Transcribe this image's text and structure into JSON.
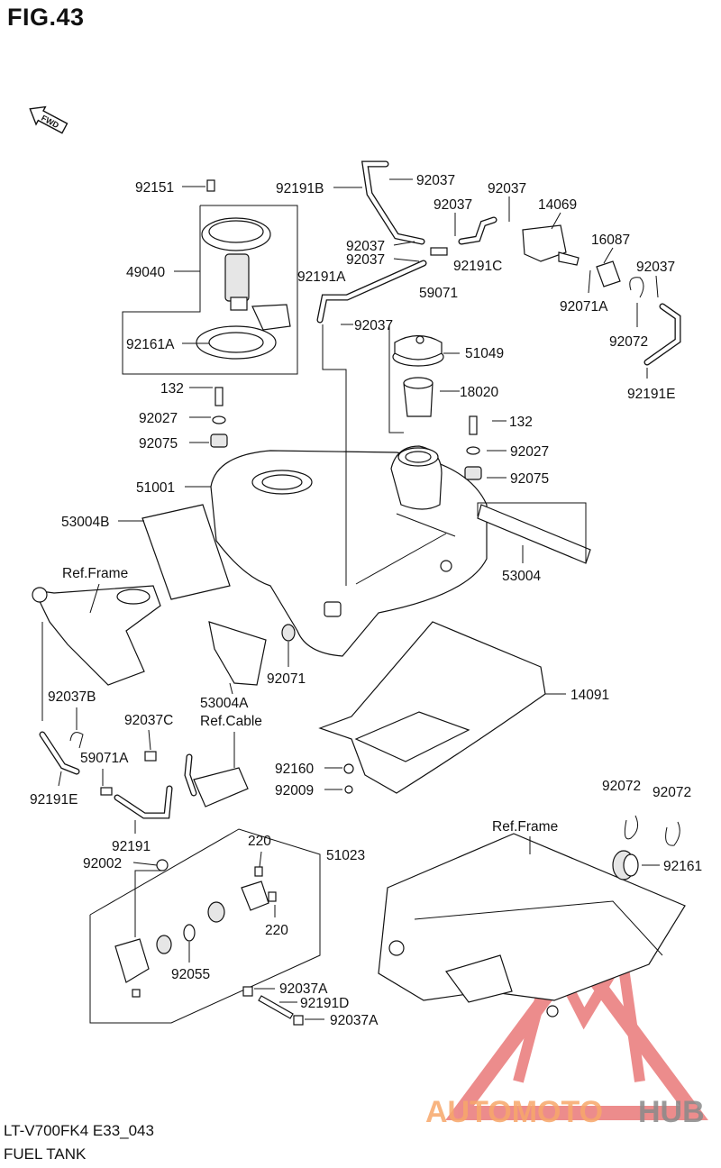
{
  "figure_title": "FIG.43",
  "fwd_label": "FWD",
  "footer": {
    "model_code": "LT-V700FK4 E33_043",
    "section": "FUEL TANK"
  },
  "watermark": {
    "brand_auto": "AUTOMOTO",
    "brand_hub": "HUB",
    "color_auto": "#f7a86a",
    "color_hub": "#8a8a8a",
    "logo_color": "#e87070"
  },
  "labels": {
    "l92151": "92151",
    "l49040": "49040",
    "l92161A": "92161A",
    "l132a": "132",
    "l92027a": "92027",
    "l92075a": "92075",
    "l51001": "51001",
    "l53004B": "53004B",
    "l92191B": "92191B",
    "l92037a": "92037",
    "l92037b": "92037",
    "l92037c": "92037",
    "l14069": "14069",
    "l92037d": "92037",
    "l92037e": "92037",
    "l92191C": "92191C",
    "l59071": "59071",
    "l16087": "16087",
    "l92037f": "92037",
    "l92191A": "92191A",
    "l92037g": "92037",
    "l92071A": "92071A",
    "l92072a": "92072",
    "l92191E": "92191E",
    "l51049": "51049",
    "l18020": "18020",
    "l132b": "132",
    "l92027b": "92027",
    "l92075b": "92075",
    "l53004": "53004",
    "lRefFrame1": "Ref.Frame",
    "l92071": "92071",
    "l53004A": "53004A",
    "l14091": "14091",
    "l92037B": "92037B",
    "l92037C": "92037C",
    "lRefCable": "Ref.Cable",
    "l59071A": "59071A",
    "l92160": "92160",
    "l92009": "92009",
    "l92191Eb": "92191E",
    "l92191": "92191",
    "l92072b": "92072",
    "l92072c": "92072",
    "lRefFrame2": "Ref.Frame",
    "l220a": "220",
    "l51023": "51023",
    "l92002": "92002",
    "l220b": "220",
    "l92161": "92161",
    "l92055": "92055",
    "l92037A1": "92037A",
    "l92191D": "92191D",
    "l92037A2": "92037A"
  }
}
